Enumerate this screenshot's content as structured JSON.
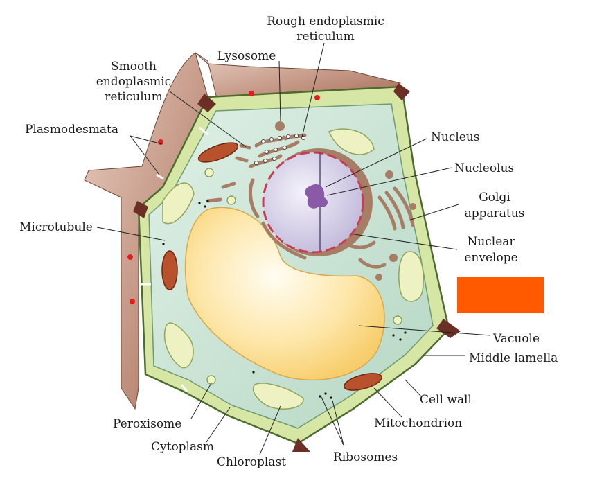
{
  "labels": {
    "rough_er_1": "Rough endoplasmic",
    "rough_er_2": "reticulum",
    "lysosome": "Lysosome",
    "smooth_er_1": "Smooth",
    "smooth_er_2": "endoplasmic",
    "smooth_er_3": "reticulum",
    "plasmodesmata": "Plasmodesmata",
    "nucleus": "Nucleus",
    "nucleolus": "Nucleolus",
    "golgi_1": "Golgi",
    "golgi_2": "apparatus",
    "microtubule": "Microtubule",
    "nuclear_env_1": "Nuclear",
    "nuclear_env_2": "envelope",
    "vacuole": "Vacuole",
    "middle_lamella": "Middle lamella",
    "cell_wall": "Cell wall",
    "mitochondrion": "Mitochondrion",
    "peroxisome": "Peroxisome",
    "cytoplasm": "Cytoplasm",
    "chloroplast": "Chloroplast",
    "ribosomes": "Ribosomes"
  },
  "colors": {
    "neighbor_wall": "#c08a74",
    "cell_wall": "#d6e6a4",
    "cytoplasm": "#cfe7d9",
    "vacuole": "#fde3a0",
    "nucleus": "#d9d5ea",
    "nucleolus": "#8a5aa8",
    "organelle_brown": "#a77d66",
    "mitochondrion": "#b8522c",
    "chloroplast": "#eef2c2",
    "marker_red": "#e11f1f",
    "highlight_box": "#ff5a00"
  }
}
